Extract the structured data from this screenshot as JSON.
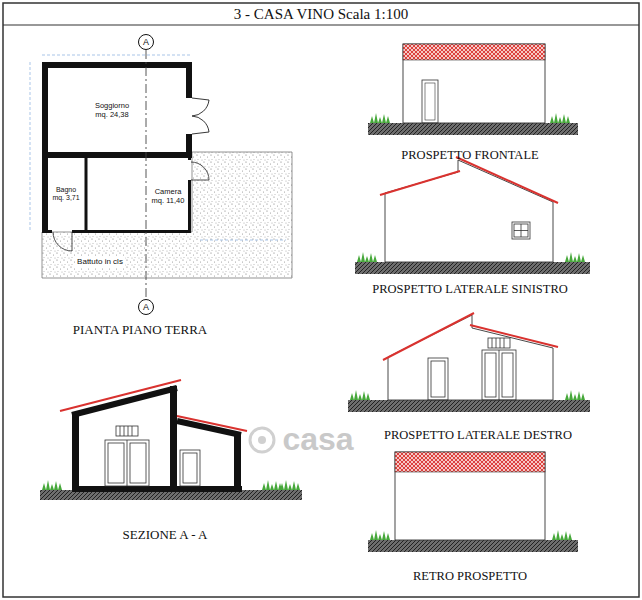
{
  "diagram": {
    "title": "3 - CASA VINO Scala 1:100",
    "nodes": [
      {
        "text": [
          "A"
        ]
      },
      {
        "text": [
          "Soggiorno",
          "mq. 24,38"
        ]
      },
      {
        "text": [
          "Bagno",
          "mq. 3,71"
        ]
      },
      {
        "text": [
          "Camera",
          "mq. 11,40"
        ]
      },
      {
        "text": [
          "Battuto in cls"
        ]
      },
      {
        "text": [
          "A"
        ]
      }
    ],
    "edges": [
      {
        "from": 0,
        "to": 5,
        "arrow": "none"
      }
    ],
    "labels": [
      "PIANTA PIANO TERRA",
      "SEZIONE A - A",
      "PROSPETTO FRONTALE",
      "PROSPETTO LATERALE SINISTRO",
      "PROSPETTO LATERALE DESTRO",
      "RETRO PROSPETTO",
      "casa"
    ]
  }
}
